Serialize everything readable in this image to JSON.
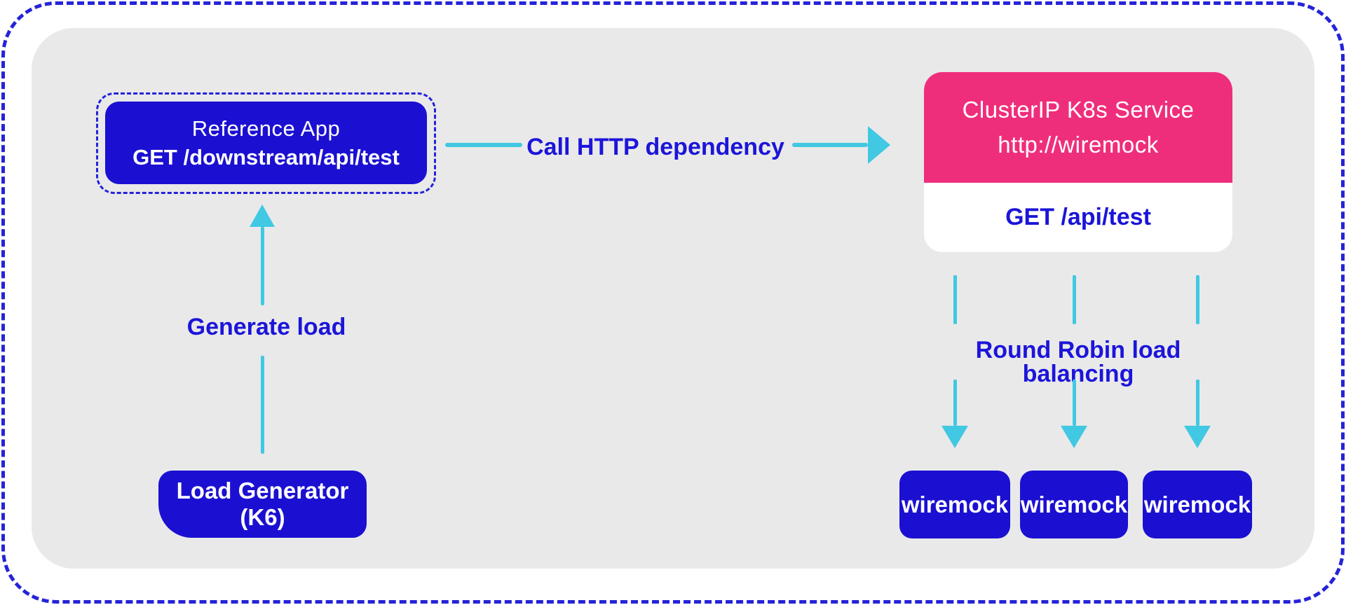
{
  "colors": {
    "node_blue": "#1b10d1",
    "accent_pink": "#ef2e7b",
    "arrow_cyan": "#41c8e2",
    "label_blue": "#1c15d9",
    "panel_gray": "#e9e9ea",
    "dashed_border_blue": "#2523d8",
    "white": "#ffffff"
  },
  "reference_app": {
    "title": "Reference App",
    "endpoint": "GET /downstream/api/test"
  },
  "cluster_service": {
    "title": "ClusterIP K8s Service",
    "url": "http://wiremock",
    "endpoint": "GET /api/test"
  },
  "labels": {
    "call_http": "Call HTTP dependency",
    "round_robin": "Round Robin load balancing",
    "generate_load": "Generate load"
  },
  "load_generator": {
    "line1": "Load Generator",
    "line2": "(K6)"
  },
  "wiremock_nodes": [
    {
      "label": "wiremock"
    },
    {
      "label": "wiremock"
    },
    {
      "label": "wiremock"
    }
  ]
}
